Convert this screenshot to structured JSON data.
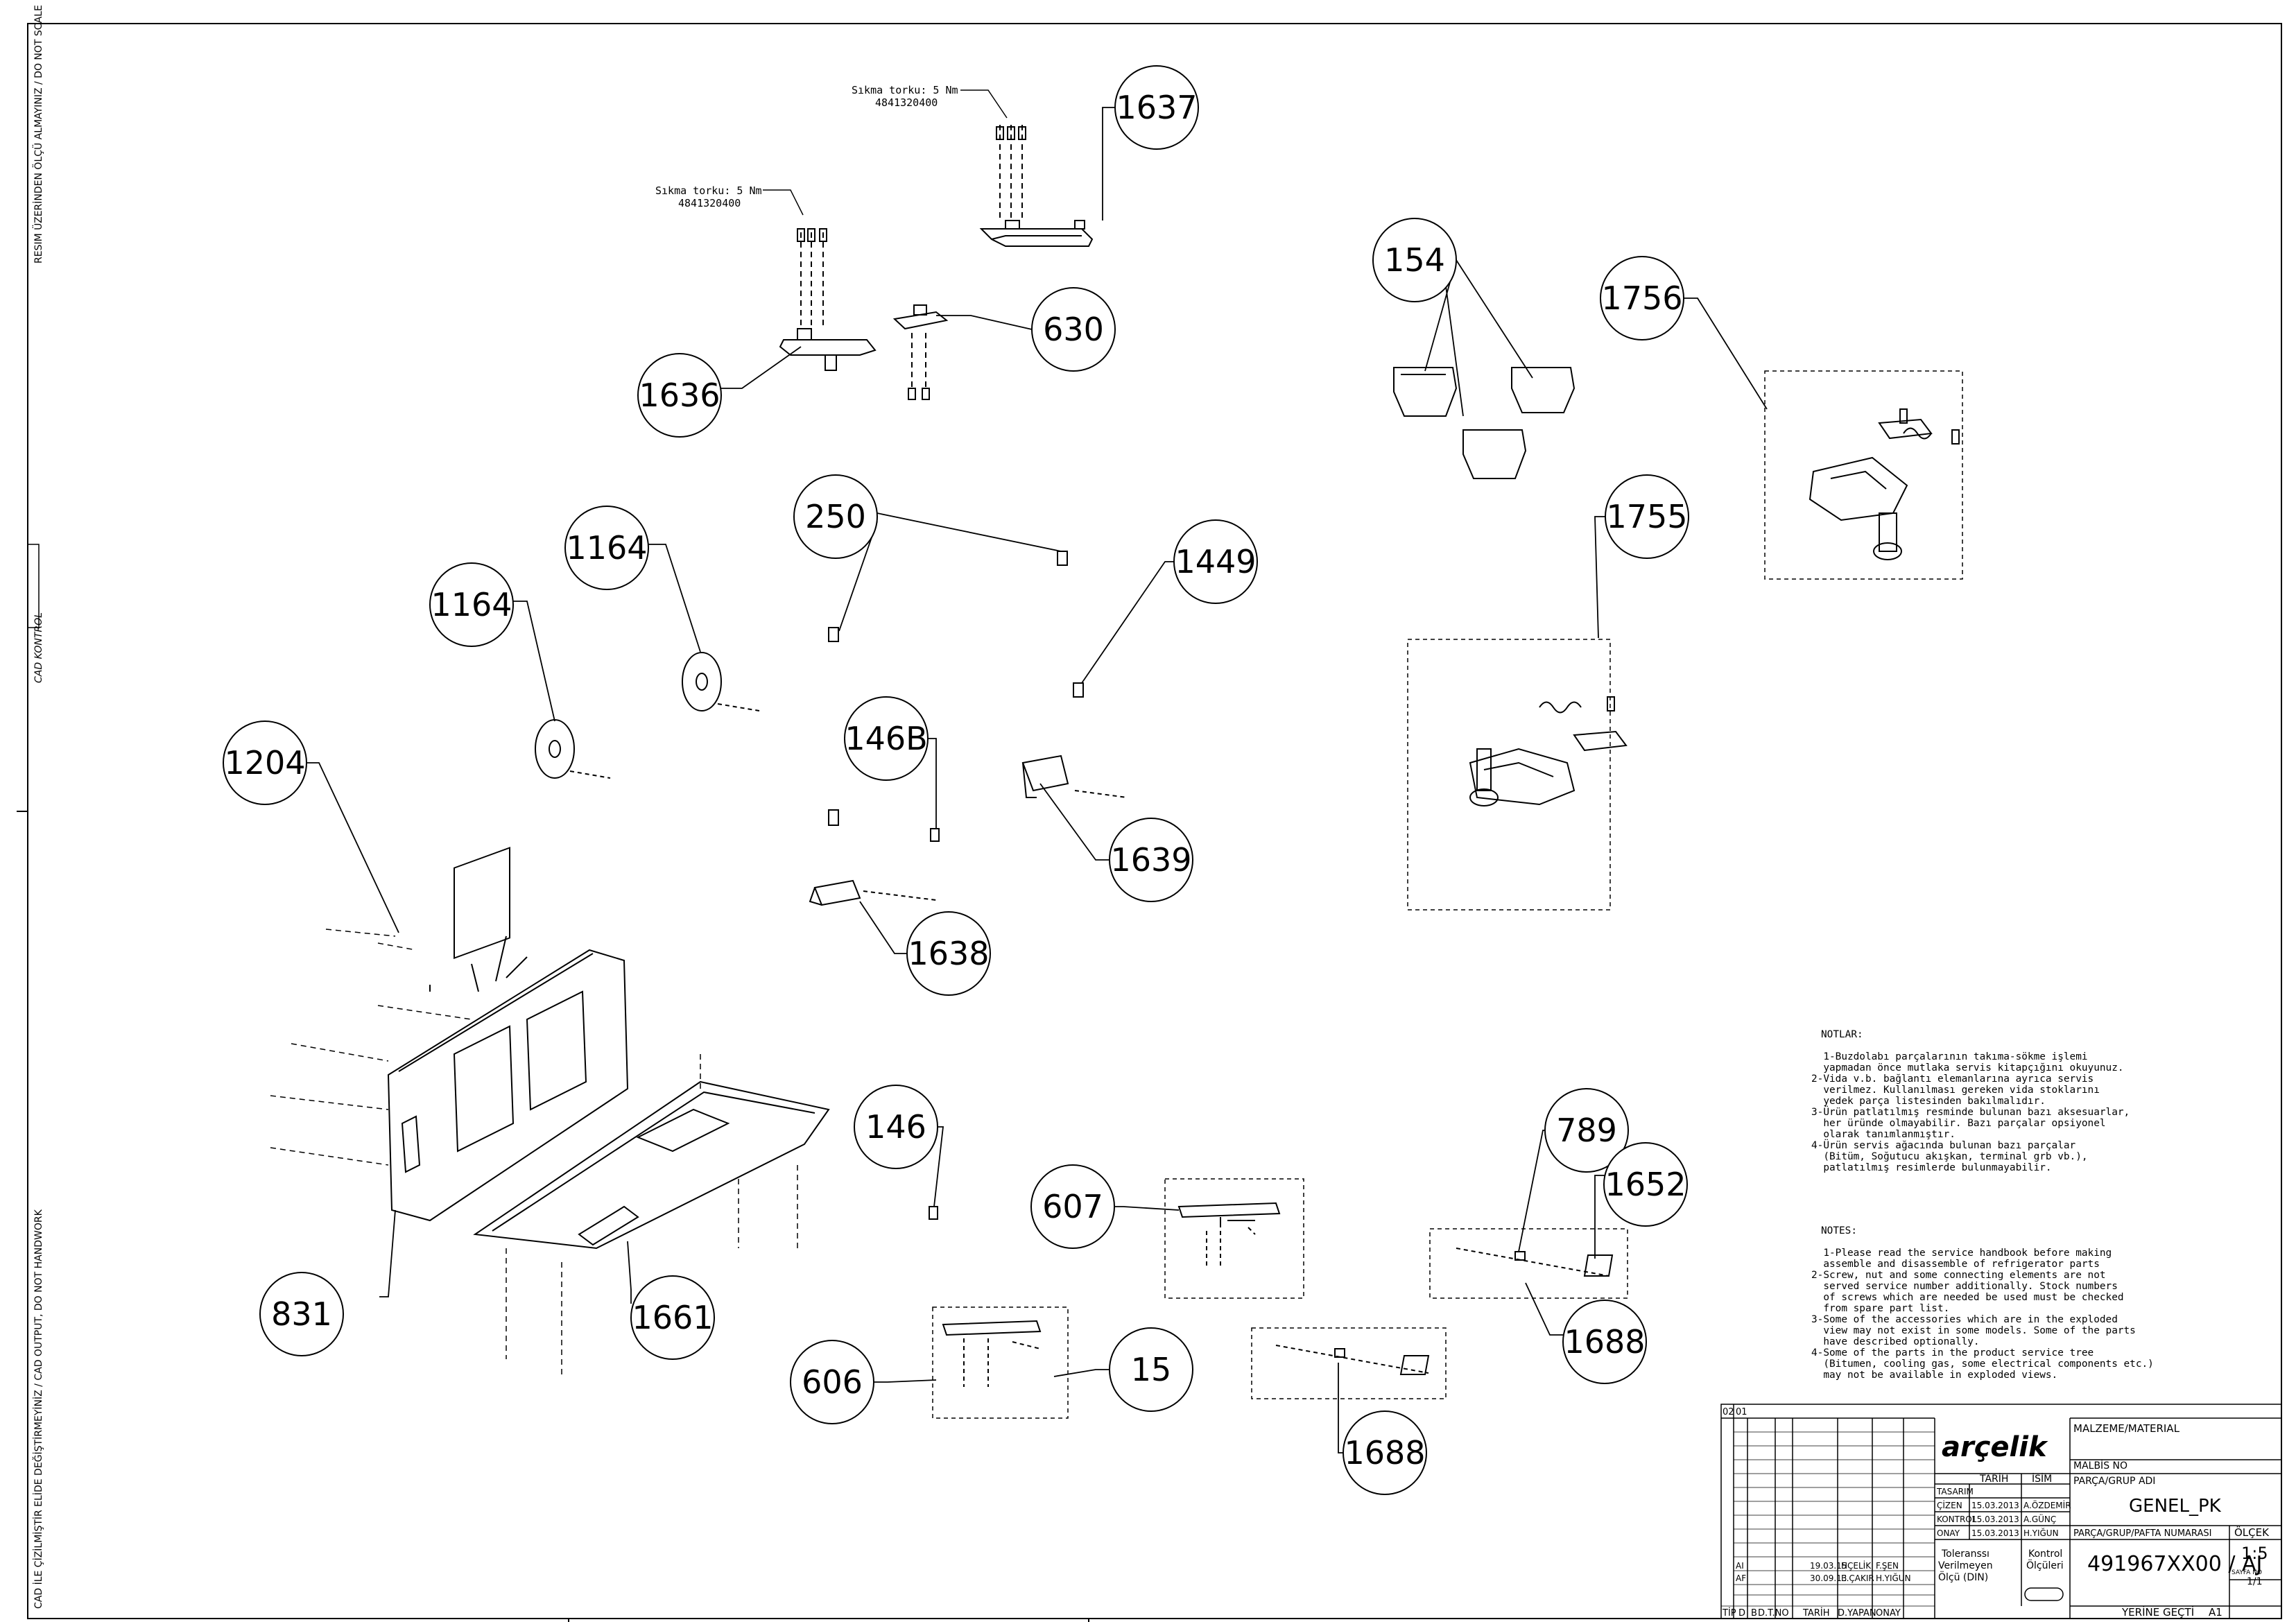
{
  "drawing": {
    "side_notes": {
      "top": "RESIM ÜZERİNDEN ÖLÇÜ ALMAYINIZ / DO NOT SCALE",
      "middle": "CAD KONTROL",
      "bottom": "CAD İLE ÇİZİLMİŞTİR ELİDE DEĞİŞTİRMEYİNİZ / CAD OUTPUT, DO NOT HANDWORK"
    },
    "torque_notes": [
      {
        "line1": "Sıkma torku: 5 Nm",
        "line2": "4841320400"
      },
      {
        "line1": "Sıkma torku: 5 Nm",
        "line2": "4841320400"
      }
    ],
    "balloons": [
      "1637",
      "1636",
      "630",
      "154",
      "1756",
      "1755",
      "250",
      "1164",
      "1164",
      "1449",
      "146B",
      "1639",
      "1638",
      "1204",
      "146",
      "607",
      "606",
      "15",
      "789",
      "1652",
      "1688",
      "1688",
      "831",
      "1661"
    ]
  },
  "notes_tr": {
    "title": "NOTLAR:",
    "lines": [
      "1-Buzdolabı parçalarının takıma-sökme işlemi",
      "  yapmadan önce mutlaka servis kitapçığını okuyunuz.",
      "2-Vida v.b. bağlantı elemanlarına ayrıca servis",
      "  verilmez. Kullanılması gereken vida stoklarını",
      "  yedek parça listesinden bakılmalıdır.",
      "3-Ürün patlatılmış resminde bulunan bazı aksesuarlar,",
      "  her üründe olmayabilir. Bazı parçalar opsiyonel",
      "  olarak tanımlanmıştır.",
      "4-Ürün servis ağacında bulunan bazı parçalar",
      "  (Bitüm, Soğutucu akışkan, terminal grb vb.),",
      "  patlatılmış resimlerde bulunmayabilir."
    ]
  },
  "notes_en": {
    "title": "NOTES:",
    "lines": [
      "1-Please read the service handbook before making",
      "  assemble and disassemble of refrigerator parts",
      "2-Screw, nut and some connecting elements are not",
      "  served service number additionally. Stock numbers",
      "  of screws which are needed be used must be checked",
      "  from spare part list.",
      "3-Some of the accessories which are in the exploded",
      "  view may not exist in some models. Some of the parts",
      "  have described optionally.",
      "4-Some of the parts in the product service tree",
      "  (Bitumen, cooling gas, some electrical components etc.)",
      "  may not be available in exploded views."
    ]
  },
  "title_block": {
    "sheet_tags": [
      "02",
      "01"
    ],
    "logo": "arçelik",
    "material_label": "MALZEME/MATERIAL",
    "malbis_label": "MALBİS NO",
    "part_group_label": "PARÇA/GRUP ADI",
    "part_group_value": "GENEL_PK",
    "date_header": "TARİH",
    "name_header": "İSİM",
    "approvals": [
      {
        "role": "TASARIM",
        "date": "",
        "name": ""
      },
      {
        "role": "ÇİZEN",
        "date": "15.03.2013",
        "name": "A.ÖZDEMİR"
      },
      {
        "role": "KONTROL",
        "date": "15.03.2013",
        "name": "A.GÜNÇ"
      },
      {
        "role": "ONAY",
        "date": "15.03.2013",
        "name": "H.YIĞUN"
      }
    ],
    "part_number_label": "PARÇA/GRUP/PAFTA NUMARASI",
    "part_number": "491967XX00 / AJ",
    "scale_label": "ÖLÇEK",
    "scale": "1:5",
    "sheet_no_label": "SAYFA NO",
    "sheet_no": "1/1",
    "replaces_label": "YERİNE GEÇTİ",
    "paper_size": "A1",
    "tolerance": [
      "Toleranssı",
      "Verilmeyen",
      "Ölçü (DIN)"
    ],
    "control": [
      "Kontrol",
      "Ölçüleri"
    ],
    "revisions": [
      {
        "rev": "AI",
        "date": "19.03.15",
        "by": "HÇELİK",
        "approved": "F.ŞEN"
      },
      {
        "rev": "AF",
        "date": "30.09.13",
        "by": "E.ÇAKIR",
        "approved": "H.YIĞUN"
      }
    ],
    "revision_headers": [
      "TİP",
      "D",
      "B",
      "D.T.NO",
      "TARİH",
      "D.YAPAN",
      "ONAY"
    ]
  }
}
